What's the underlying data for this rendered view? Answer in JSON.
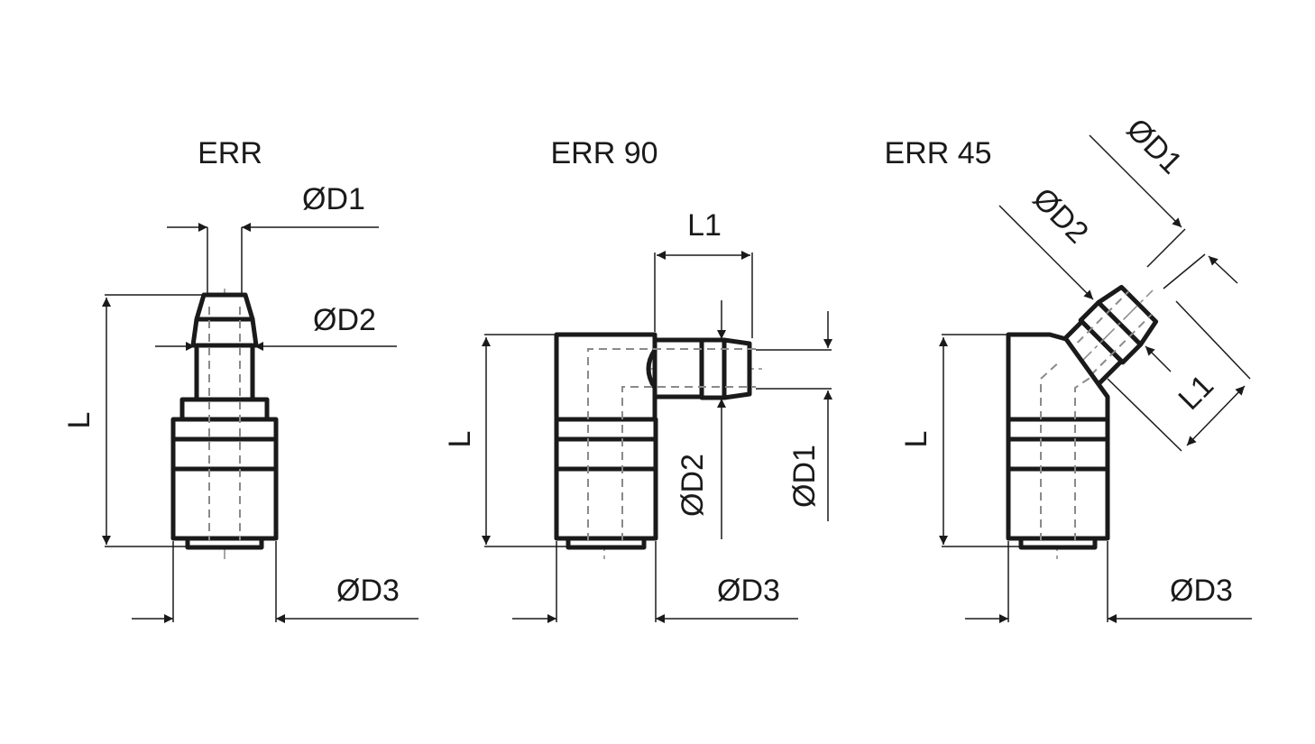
{
  "views": {
    "straight": {
      "title": "ERR",
      "d1": "ØD1",
      "d2": "ØD2",
      "d3": "ØD3",
      "length": "L"
    },
    "elbow90": {
      "title": "ERR 90",
      "l1": "L1",
      "d1": "ØD1",
      "d2": "ØD2",
      "d3": "ØD3",
      "length": "L"
    },
    "elbow45": {
      "title": "ERR 45",
      "l1": "L1",
      "d1": "ØD1",
      "d2": "ØD2",
      "d3": "ØD3",
      "length": "L"
    }
  },
  "colors": {
    "outline": "#1a1a1a",
    "hidden_line": "#8a8a8a",
    "background": "#ffffff"
  }
}
